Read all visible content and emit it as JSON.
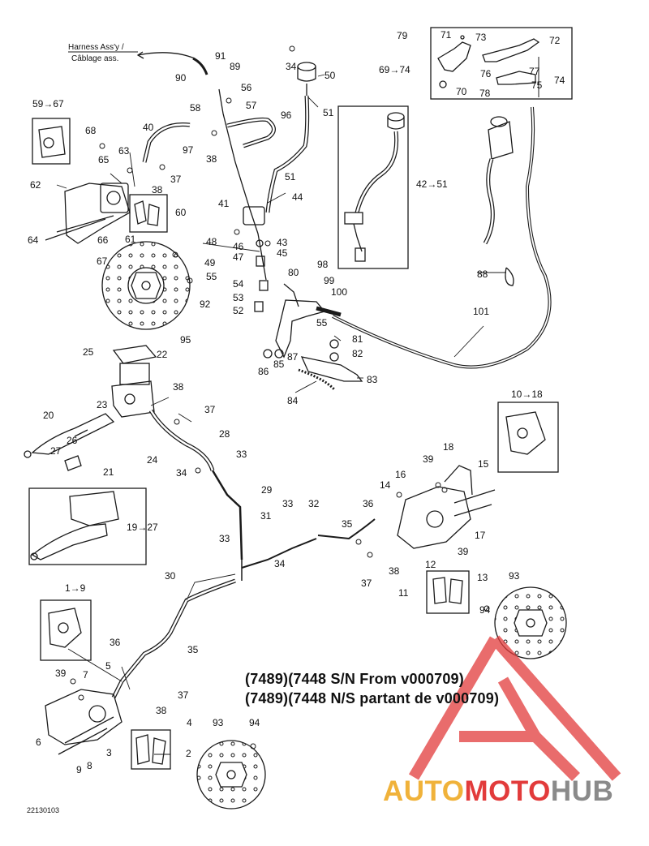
{
  "harness": {
    "line1": "Harness Ass'y /",
    "line2": "Câblage ass."
  },
  "notes": [
    "(7489)(7448 S/N From v000709)",
    "(7489)(7448 N/S partant de v000709)"
  ],
  "drawing_code": "22130103",
  "watermark": {
    "part1": "AUTO",
    "part2": "MOTO",
    "part3": "HUB"
  },
  "callouts": {
    "c1_9": "1→9",
    "c2": "2",
    "c3": "3",
    "c4": "4",
    "c5": "5",
    "c6": "6",
    "c7": "7",
    "c8": "8",
    "c9": "9",
    "c10_18": "10→18",
    "c11": "11",
    "c12": "12",
    "c13": "13",
    "c14": "14",
    "c15": "15",
    "c16": "16",
    "c17": "17",
    "c18": "18",
    "c19_27": "19→27",
    "c20": "20",
    "c21": "21",
    "c22": "22",
    "c23": "23",
    "c24": "24",
    "c25": "25",
    "c26": "26",
    "c27": "27",
    "c28": "28",
    "c29": "29",
    "c30": "30",
    "c31": "31",
    "c32": "32",
    "c33a": "33",
    "c33b": "33",
    "c33c": "33",
    "c34a": "34",
    "c34b": "34",
    "c34c": "34",
    "c35a": "35",
    "c35b": "35",
    "c36a": "36",
    "c36b": "36",
    "c37a": "37",
    "c37b": "37",
    "c37c": "37",
    "c37d": "37",
    "c38a": "38",
    "c38b": "38",
    "c38c": "38",
    "c38d": "38",
    "c38e": "38",
    "c39a": "39",
    "c39b": "39",
    "c39c": "39",
    "c40": "40",
    "c41": "41",
    "c42_51": "42→51",
    "c43": "43",
    "c44": "44",
    "c45": "45",
    "c46": "46",
    "c47": "47",
    "c48": "48",
    "c49": "49",
    "c50": "50",
    "c51a": "51",
    "c51b": "51",
    "c52": "52",
    "c53": "53",
    "c54": "54",
    "c55a": "55",
    "c55b": "55",
    "c56": "56",
    "c57": "57",
    "c58": "58",
    "c59_67": "59→67",
    "c60": "60",
    "c61": "61",
    "c62": "62",
    "c63": "63",
    "c64": "64",
    "c65": "65",
    "c66": "66",
    "c67": "67",
    "c68": "68",
    "c69_74": "69→74",
    "c70": "70",
    "c71": "71",
    "c72": "72",
    "c73": "73",
    "c74": "74",
    "c75": "75",
    "c76": "76",
    "c77": "77",
    "c78": "78",
    "c79": "79",
    "c80": "80",
    "c81": "81",
    "c82": "82",
    "c83": "83",
    "c84": "84",
    "c85": "85",
    "c86": "86",
    "c87": "87",
    "c88": "88",
    "c89": "89",
    "c90": "90",
    "c91": "91",
    "c92": "92",
    "c93a": "93",
    "c93b": "93",
    "c94a": "94",
    "c94b": "94",
    "c95": "95",
    "c96": "96",
    "c97": "97",
    "c98": "98",
    "c99": "99",
    "c100": "100",
    "c101": "101"
  },
  "colors": {
    "line": "#1a1a1a",
    "logo_red": "#e23b3b",
    "logo_yellow": "#f0b23a",
    "logo_gray": "#8a8a8a"
  }
}
